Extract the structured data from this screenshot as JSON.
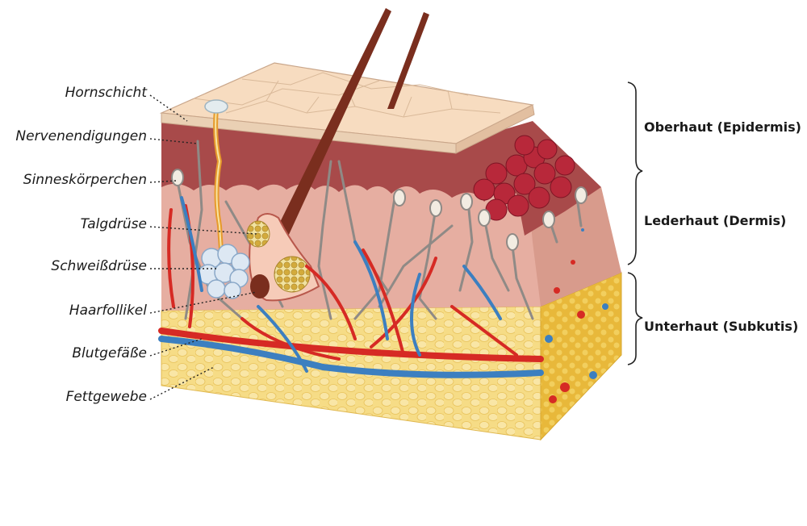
{
  "labels": {
    "hornschicht": "Hornschicht",
    "nervenendigungen": "Nervenendigungen",
    "sinneskoerperchen": "Sinneskörperchen",
    "talgdruese": "Talgdrüse",
    "schweissdruese": "Schweißdrüse",
    "haarfollikel": "Haarfollikel",
    "blutgefaesse": "Blutgefäße",
    "fettgewebe": "Fettgewebe"
  },
  "layers": {
    "epidermis": "Oberhaut (Epidermis)",
    "dermis": "Lederhaut (Dermis)",
    "subkutis": "Unterhaut (Subkutis)"
  },
  "colors": {
    "horn": "#f7dcc0",
    "epidermis": "#a84a4a",
    "dermis": "#e6aea1",
    "fat": "#f4d57a",
    "artery": "#d62a24",
    "vein": "#3c7fc0",
    "nerve": "#8f8a86",
    "hair": "#7a2e1e",
    "gland": "#d8b24a"
  }
}
